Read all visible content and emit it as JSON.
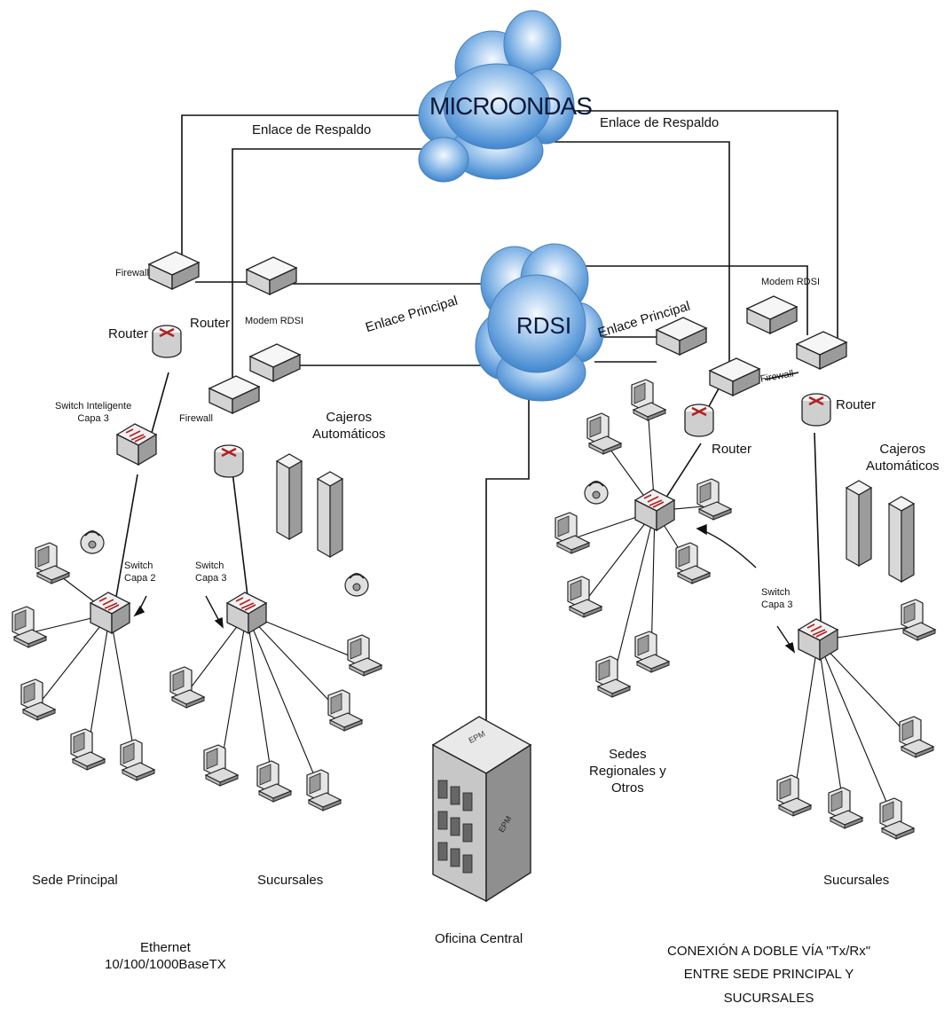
{
  "clouds": {
    "microondas": "MICROONDAS",
    "rdsi": "RDSI"
  },
  "links": {
    "respaldo_left": "Enlace de Respaldo",
    "respaldo_right": "Enlace de Respaldo",
    "principal_left": "Enlace Principal",
    "principal_right": "Enlace Principal"
  },
  "devices": {
    "firewall_left_top": "Firewall",
    "router_left": "Router",
    "router_mid": "Router",
    "modem_left": "Modem RDSI",
    "switch_inteligente": "Switch Inteligente\nCapa 3",
    "firewall_left_mid": "Firewall",
    "switch_capa2": "Switch\nCapa 2",
    "switch_capa3_left": "Switch\nCapa 3",
    "router_right_mid": "Router",
    "router_right": "Router",
    "modem_right": "Modem RDSI",
    "firewall_right": "Firewall",
    "switch_capa3_right": "Switch\nCapa 3"
  },
  "groups": {
    "cajeros_left": "Cajeros\nAutomáticos",
    "cajeros_right": "Cajeros\nAutomáticos",
    "sede_principal": "Sede Principal",
    "sucursales_left": "Sucursales",
    "oficina_central": "Oficina Central",
    "sedes_regionales": "Sedes\nRegionales y\nOtros",
    "sucursales_right": "Sucursales",
    "ethernet": "Ethernet\n10/100/1000BaseTX",
    "conexion": "CONEXIÓN A DOBLE VÍA \"Tx/Rx\"\nENTRE SEDE PRINCIPAL Y\nSUCURSALES",
    "building_sign_1": "EPM",
    "building_sign_2": "EPM"
  }
}
